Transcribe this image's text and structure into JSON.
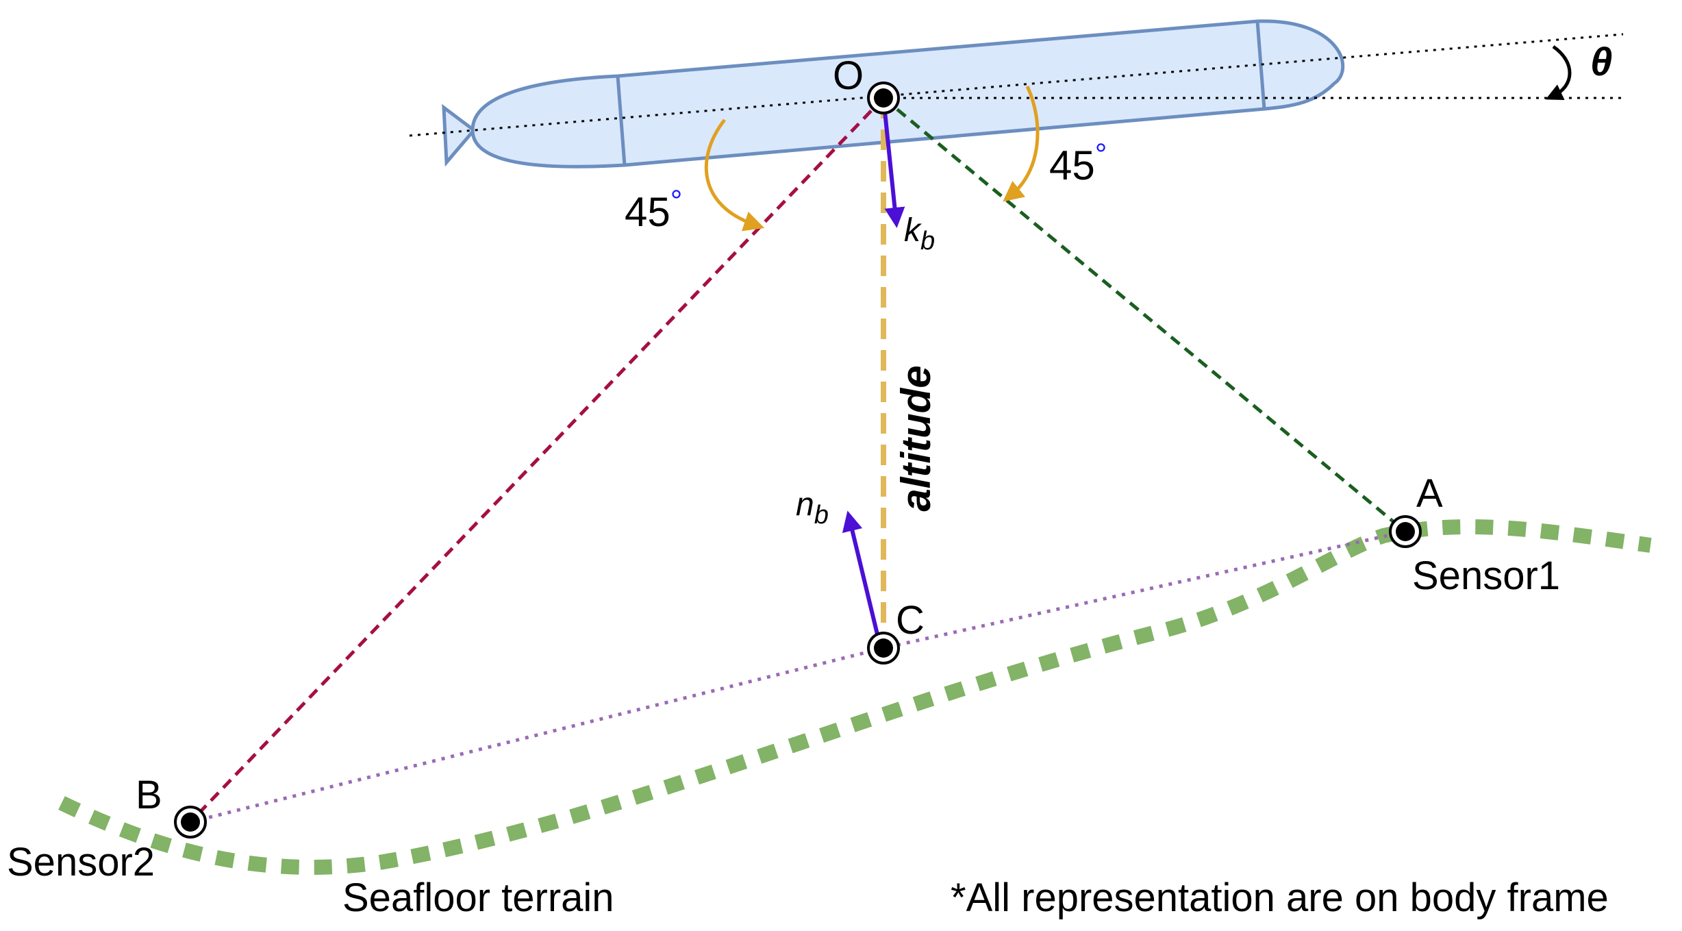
{
  "points": {
    "origin": "O",
    "sensor1_point": "A",
    "sensor2_point": "B",
    "center_point": "C"
  },
  "labels": {
    "sensor1": "Sensor1",
    "sensor2": "Sensor2",
    "seafloor": "Seafloor terrain",
    "altitude": "altitude",
    "pitch": "θ",
    "note": "*All representation are on body frame"
  },
  "angles": {
    "left": {
      "value": "45",
      "unit": "°"
    },
    "right": {
      "value": "45",
      "unit": "°"
    }
  },
  "vectors": {
    "k": {
      "symbol": "k",
      "subscript": "b"
    },
    "n": {
      "symbol": "n",
      "subscript": "b"
    }
  },
  "colors": {
    "vehicle_fill": "#dae8fc",
    "vehicle_stroke": "#6c8ebf",
    "terrain": "#82b366",
    "line_OB": "#a50f45",
    "line_OA": "#1b5e20",
    "line_BCA": "#9a6bb5",
    "altitude": "#e0b85a",
    "angle_arrows": "#e0a020",
    "vectors": "#4b0fd6",
    "degree_symbol": "#1a1aff"
  }
}
